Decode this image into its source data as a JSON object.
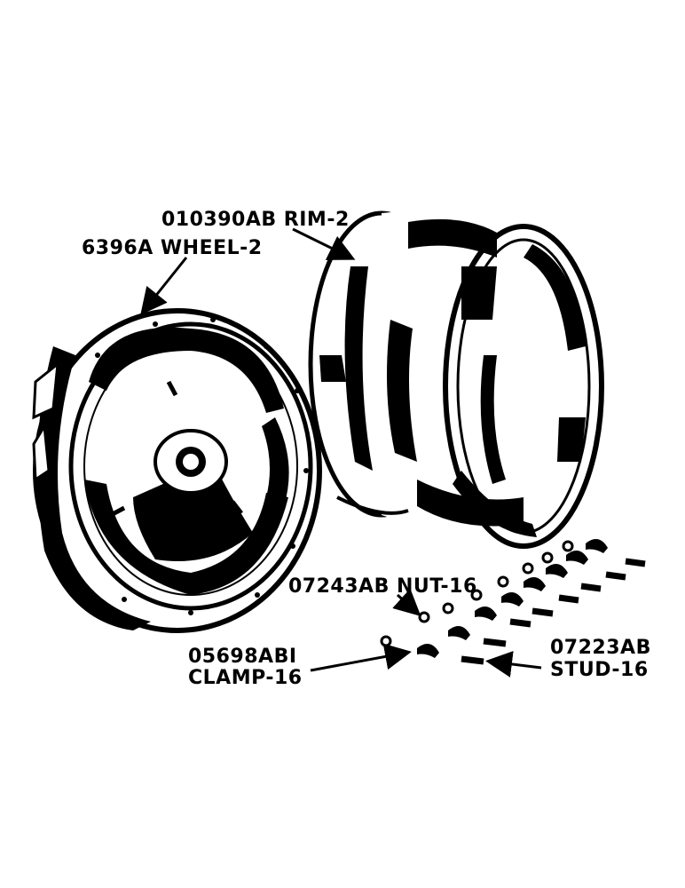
{
  "labels": {
    "rim": "010390AB RIM-2",
    "wheel": "6396A WHEEL-2",
    "nut": "07243AB NUT-16",
    "clamp_line1": "05698ABI",
    "clamp_line2": "CLAMP-16",
    "stud_line1": "07223AB",
    "stud_line2": "STUD-16"
  },
  "colors": {
    "ink": "#000000",
    "paper": "#ffffff"
  }
}
